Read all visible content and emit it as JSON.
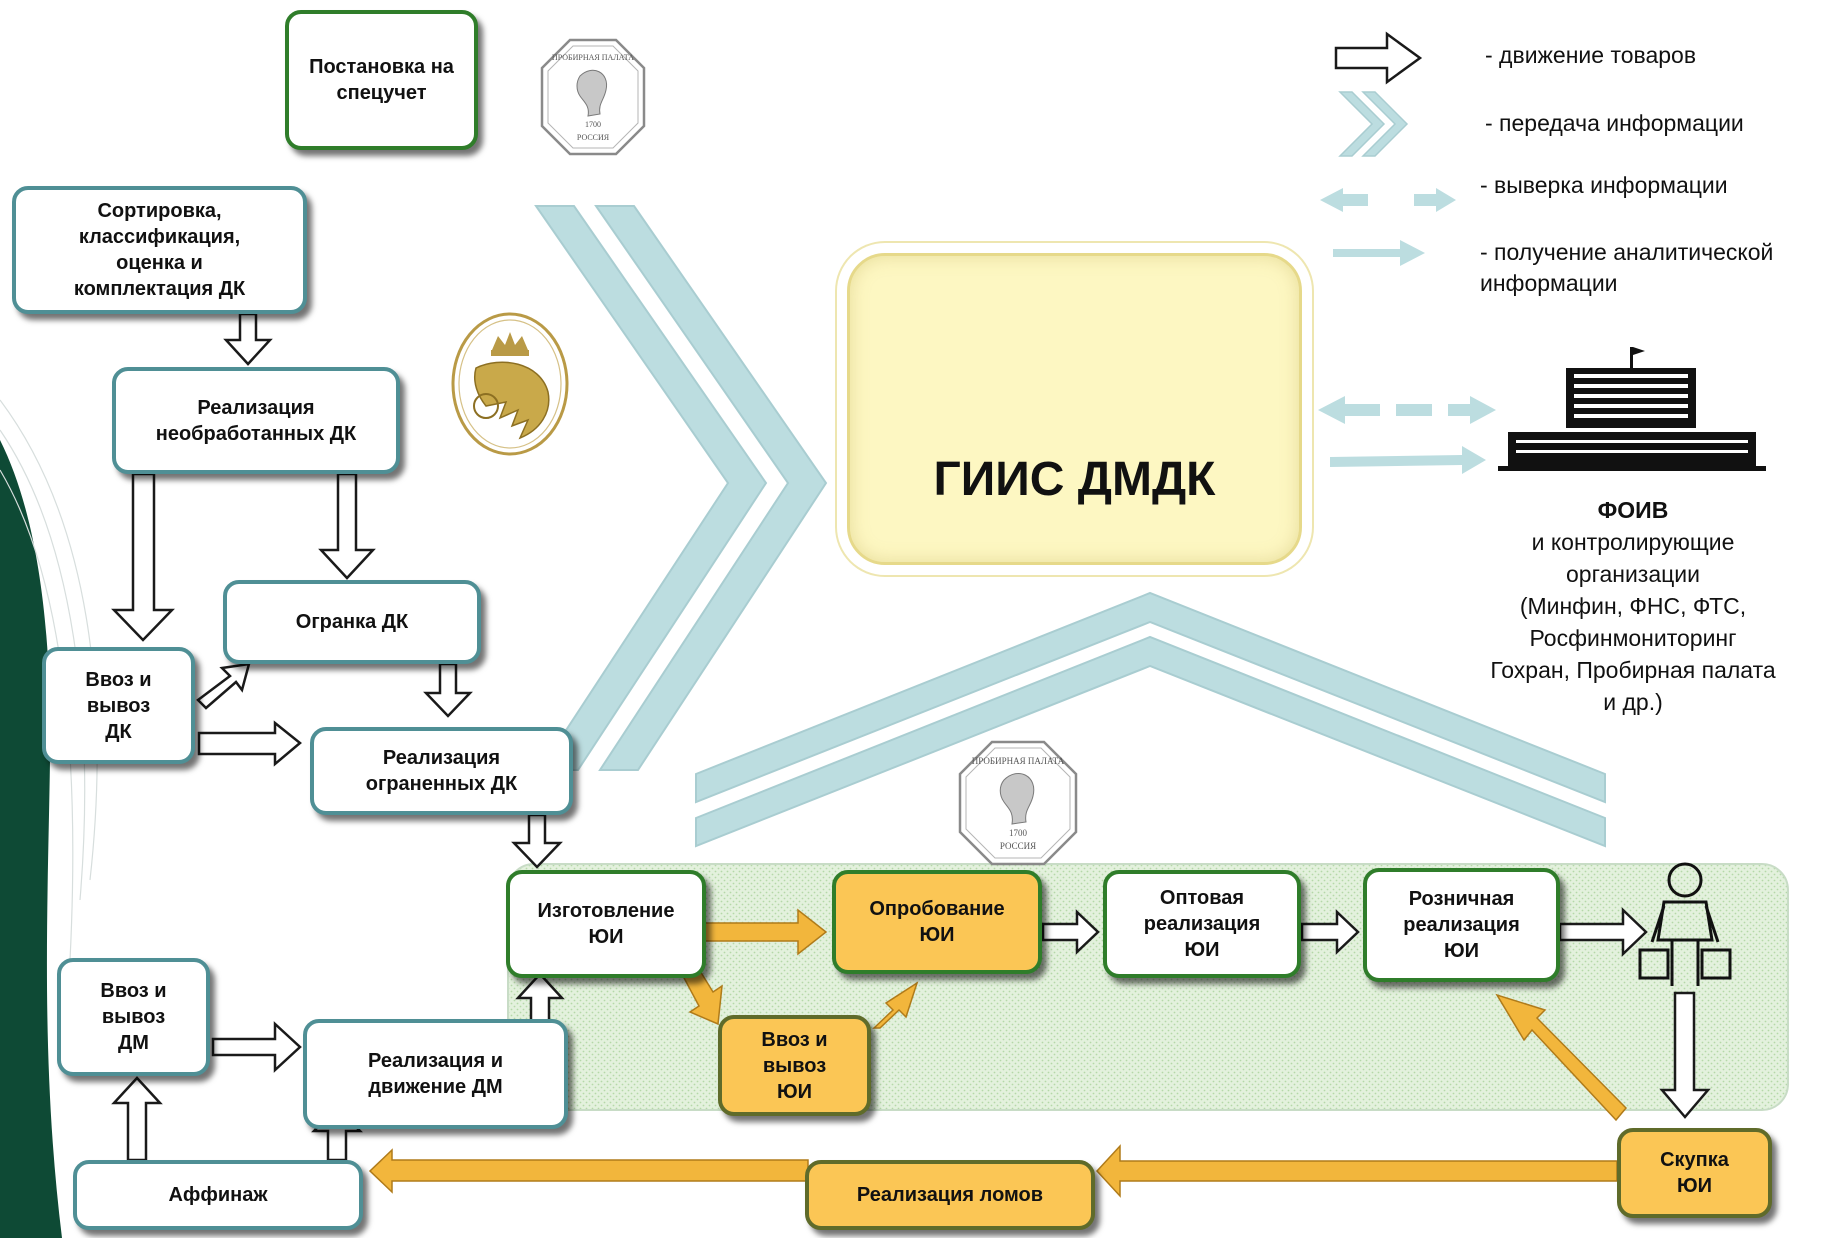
{
  "boxes": {
    "special_registration": [
      "Постановка на",
      "спецучет"
    ],
    "sorting": [
      "Сортировка,",
      "классификация,",
      "оценка и",
      "комплектация ДК"
    ],
    "sale_raw": [
      "Реализация",
      "необработанных ДК"
    ],
    "cutting": [
      "Огранка ДК"
    ],
    "import_export_dk": [
      "Ввоз и",
      "вывоз",
      "ДК"
    ],
    "sale_cut": [
      "Реализация",
      "ограненных ДК"
    ],
    "manufacturing": [
      "Изготовление",
      "ЮИ"
    ],
    "assay": [
      "Опробование",
      "ЮИ"
    ],
    "wholesale": [
      "Оптовая",
      "реализация",
      "ЮИ"
    ],
    "retail": [
      "Розничная",
      "реализация",
      "ЮИ"
    ],
    "import_export_dm": [
      "Ввоз и",
      "вывоз",
      "ДМ"
    ],
    "sale_dm": [
      "Реализация и",
      "движение ДМ"
    ],
    "import_export_ui": [
      "Ввоз и",
      "вывоз",
      "ЮИ"
    ],
    "refining": [
      "Аффинаж"
    ],
    "scrap_sale": [
      "Реализация ломов"
    ],
    "buyback": [
      "Скупка",
      "ЮИ"
    ]
  },
  "center": {
    "title": "ГИИС ДМДК"
  },
  "legend": {
    "goods": "- движение товаров",
    "info_transfer": "- передача информации",
    "reconciliation": "- выверка информации",
    "analytics_1": "- получение аналитической",
    "analytics_2": "информации"
  },
  "foiv": {
    "title": "ФОИВ",
    "lines": [
      "и контролирующие",
      "организации",
      "(Минфин, ФНС, ФТС,",
      "Росфинмониторинг",
      "Гохран, Пробирная палата",
      "и др.)"
    ]
  },
  "stamps": {
    "assay_chamber_top": "ПРОБИРНАЯ ПАЛАТА",
    "assay_chamber_bottom": "РОССИЯ",
    "assay_chamber_year": "1700"
  },
  "colors": {
    "teal_border": "#4f8f95",
    "green_border": "#2f7d2a",
    "orange_fill": "#fbc655",
    "orange_arrow": "#f2b63c",
    "info_chevron": "#bcdde0",
    "center_fill": "#fdf7c2",
    "retail_zone": "#e2f1dd",
    "dark_green_band": "#0e4a35"
  },
  "icons": [
    "document-sign-icon",
    "government-building-icon",
    "shopper-icon",
    "gokhran-emblem-icon",
    "assay-chamber-stamp-icon"
  ]
}
